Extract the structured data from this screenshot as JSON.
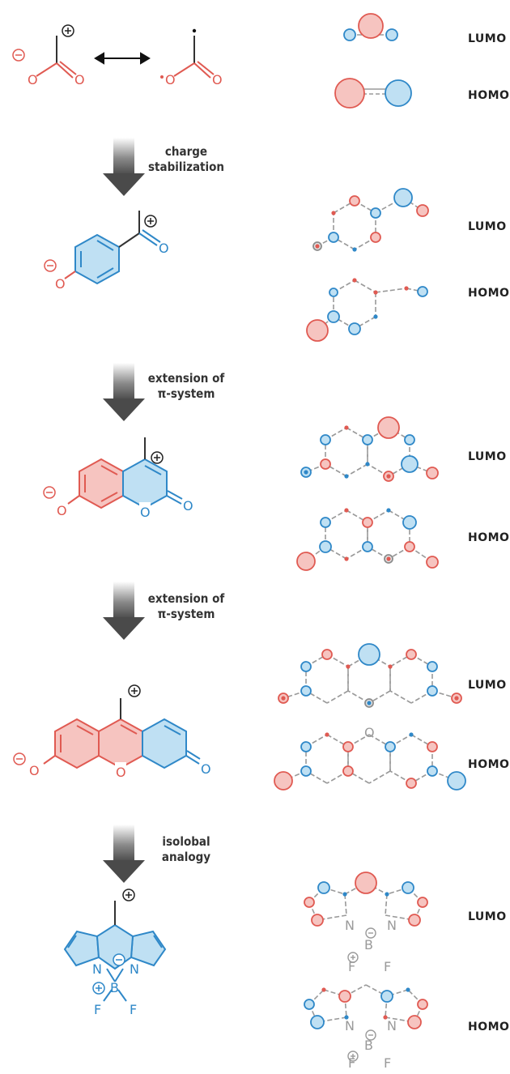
{
  "steps": [
    {
      "line1": "charge",
      "line2": "stabilization"
    },
    {
      "line1": "extension of",
      "line2": "π-system"
    },
    {
      "line1": "extension of",
      "line2": "π-system"
    },
    {
      "line1": "isolobal",
      "line2": "analogy"
    }
  ],
  "orbitals": [
    "LUMO",
    "HOMO",
    "LUMO",
    "HOMO",
    "LUMO",
    "HOMO",
    "LUMO",
    "HOMO",
    "LUMO",
    "HOMO"
  ],
  "atoms": {
    "O": "O",
    "N": "N",
    "B": "B",
    "F": "F"
  },
  "charges": {
    "plus": "+",
    "minus": "−"
  },
  "colors": {
    "red": "#e05a52",
    "blue": "#2f88c8",
    "red_fill": "#f6c4c0",
    "blue_fill": "#bfe0f3",
    "grey": "#8c8c8c",
    "arrow": "#555555"
  }
}
